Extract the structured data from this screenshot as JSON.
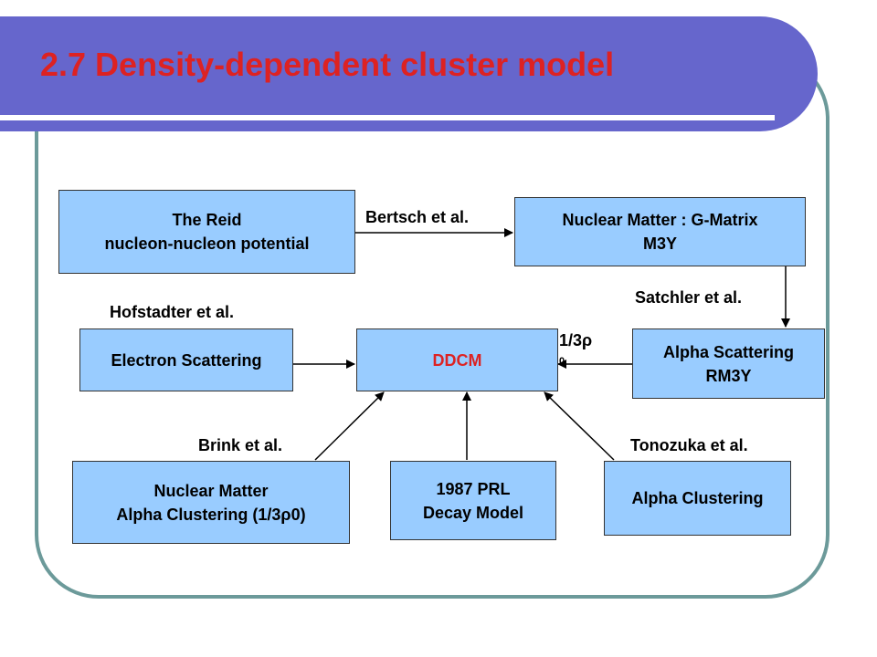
{
  "title": "2.7  Density-dependent cluster model",
  "nodes": {
    "reid": {
      "line1": "The Reid",
      "line2": "nucleon-nucleon potential"
    },
    "nuclear_matter_g": {
      "line1": "Nuclear Matter : G-Matrix",
      "line2": "M3Y"
    },
    "electron": {
      "line1": "Electron Scattering"
    },
    "ddcm": {
      "line1": "DDCM"
    },
    "alpha_scattering": {
      "line1": "Alpha  Scattering",
      "line2": "RM3Y"
    },
    "nm_alpha": {
      "line1": "Nuclear Matter",
      "line2": "Alpha Clustering (1/3ρ0)"
    },
    "prl": {
      "line1": "1987 PRL",
      "line2": "Decay Model"
    },
    "alpha_clustering": {
      "line1": "Alpha Clustering"
    }
  },
  "edge_labels": {
    "bertsch": "Bertsch et al.",
    "satchler": "Satchler et al.",
    "hofstadter": "Hofstadter et al.",
    "brink": "Brink et al.",
    "tonozuka": "Tonozuka et al.",
    "rho_main": "1/3ρ",
    "rho_sub": "0"
  },
  "colors": {
    "title_bar": "#6666cc",
    "title_text": "#dd2222",
    "box_fill": "#99ccff",
    "frame": "#6c9a9a"
  }
}
